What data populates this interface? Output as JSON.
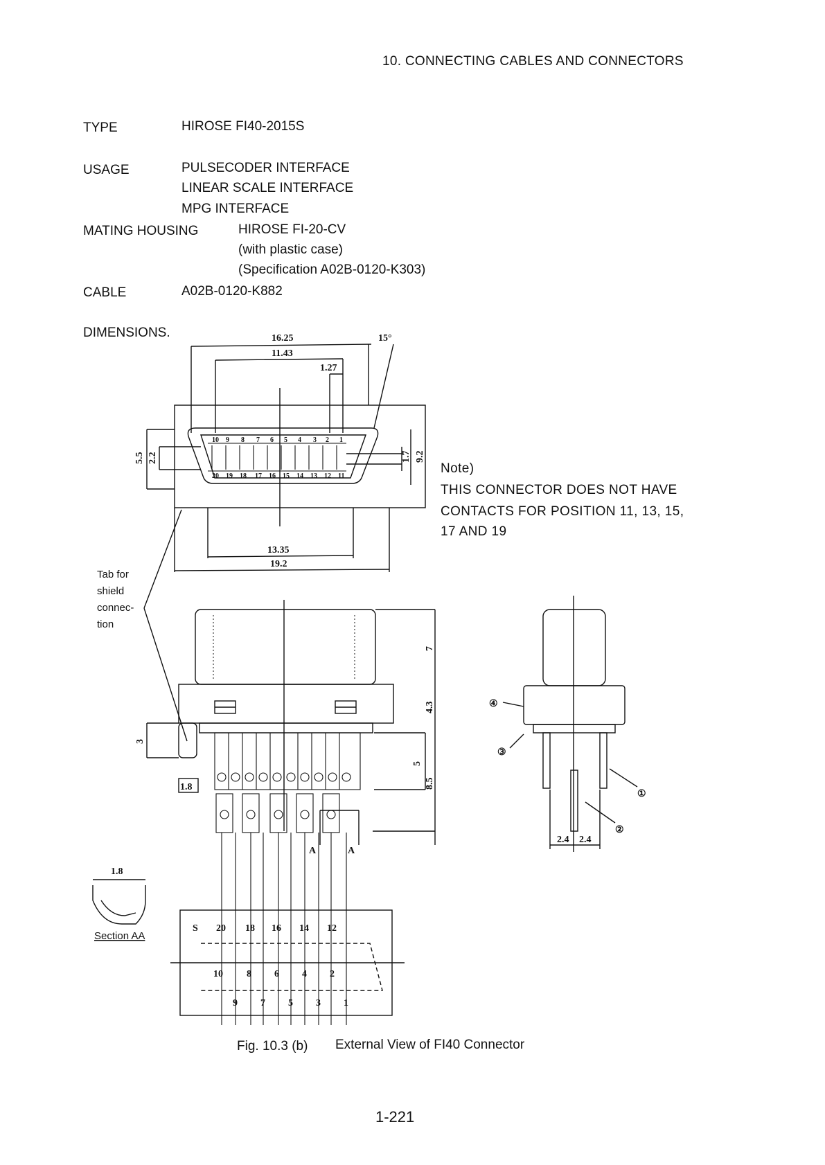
{
  "header": "10.  CONNECTING CABLES AND CONNECTORS",
  "specs": {
    "type_label": "TYPE",
    "type_value": "HIROSE FI40-2015S",
    "usage_label": "USAGE",
    "usage_values": [
      "PULSECODER INTERFACE",
      "LINEAR SCALE INTERFACE",
      "MPG INTERFACE"
    ],
    "mating_label": "MATING HOUSING",
    "mating_values": [
      "HIROSE FI-20-CV",
      "(with plastic case)",
      "(Specification A02B-0120-K303)"
    ],
    "cable_label": "CABLE",
    "cable_value": "A02B-0120-K882",
    "dimensions_label": "DIMENSIONS."
  },
  "note": {
    "title": "Note)",
    "lines": [
      "THIS  CONNECTOR  DOES  NOT  HAVE",
      "CONTACTS FOR POSITION  11,  13,  15,",
      "17 AND 19"
    ]
  },
  "drawing": {
    "dims_top": [
      "16.25",
      "11.43",
      "1.27",
      "15°"
    ],
    "dims_side_left": [
      "5.5",
      "2.2"
    ],
    "dims_side_right": [
      "1.7",
      "9.2"
    ],
    "dims_bottom": [
      "13.35",
      "19.2"
    ],
    "pins_top_row": [
      "10",
      "9",
      "8",
      "7",
      "6",
      "5",
      "4",
      "3",
      "2",
      "1"
    ],
    "pins_bottom_row": [
      "20",
      "19",
      "18",
      "17",
      "16",
      "15",
      "14",
      "13",
      "12",
      "11"
    ],
    "tab_label": [
      "Tab for",
      "shield",
      "connec-",
      "tion"
    ],
    "dims_front": [
      "7",
      "4.3",
      "3",
      "5",
      "8.5",
      "1.8"
    ],
    "section_marks": [
      "A",
      "A"
    ],
    "section_label": "Section AA",
    "section_dim": "1.8",
    "side_view_dims": [
      "2.4",
      "2.4"
    ],
    "side_view_callouts": [
      "①",
      "②",
      "③",
      "④"
    ],
    "bottom_view_s": "S",
    "bottom_row_even_top": [
      "20",
      "18",
      "16",
      "14",
      "12"
    ],
    "bottom_row_even_mid": [
      "10",
      "8",
      "6",
      "4",
      "2"
    ],
    "bottom_row_odd": [
      "9",
      "7",
      "5",
      "3",
      "1"
    ]
  },
  "caption": {
    "fig": "Fig. 10.3 (b)",
    "title": "External View of FI40 Connector"
  },
  "page_number": "1-221"
}
